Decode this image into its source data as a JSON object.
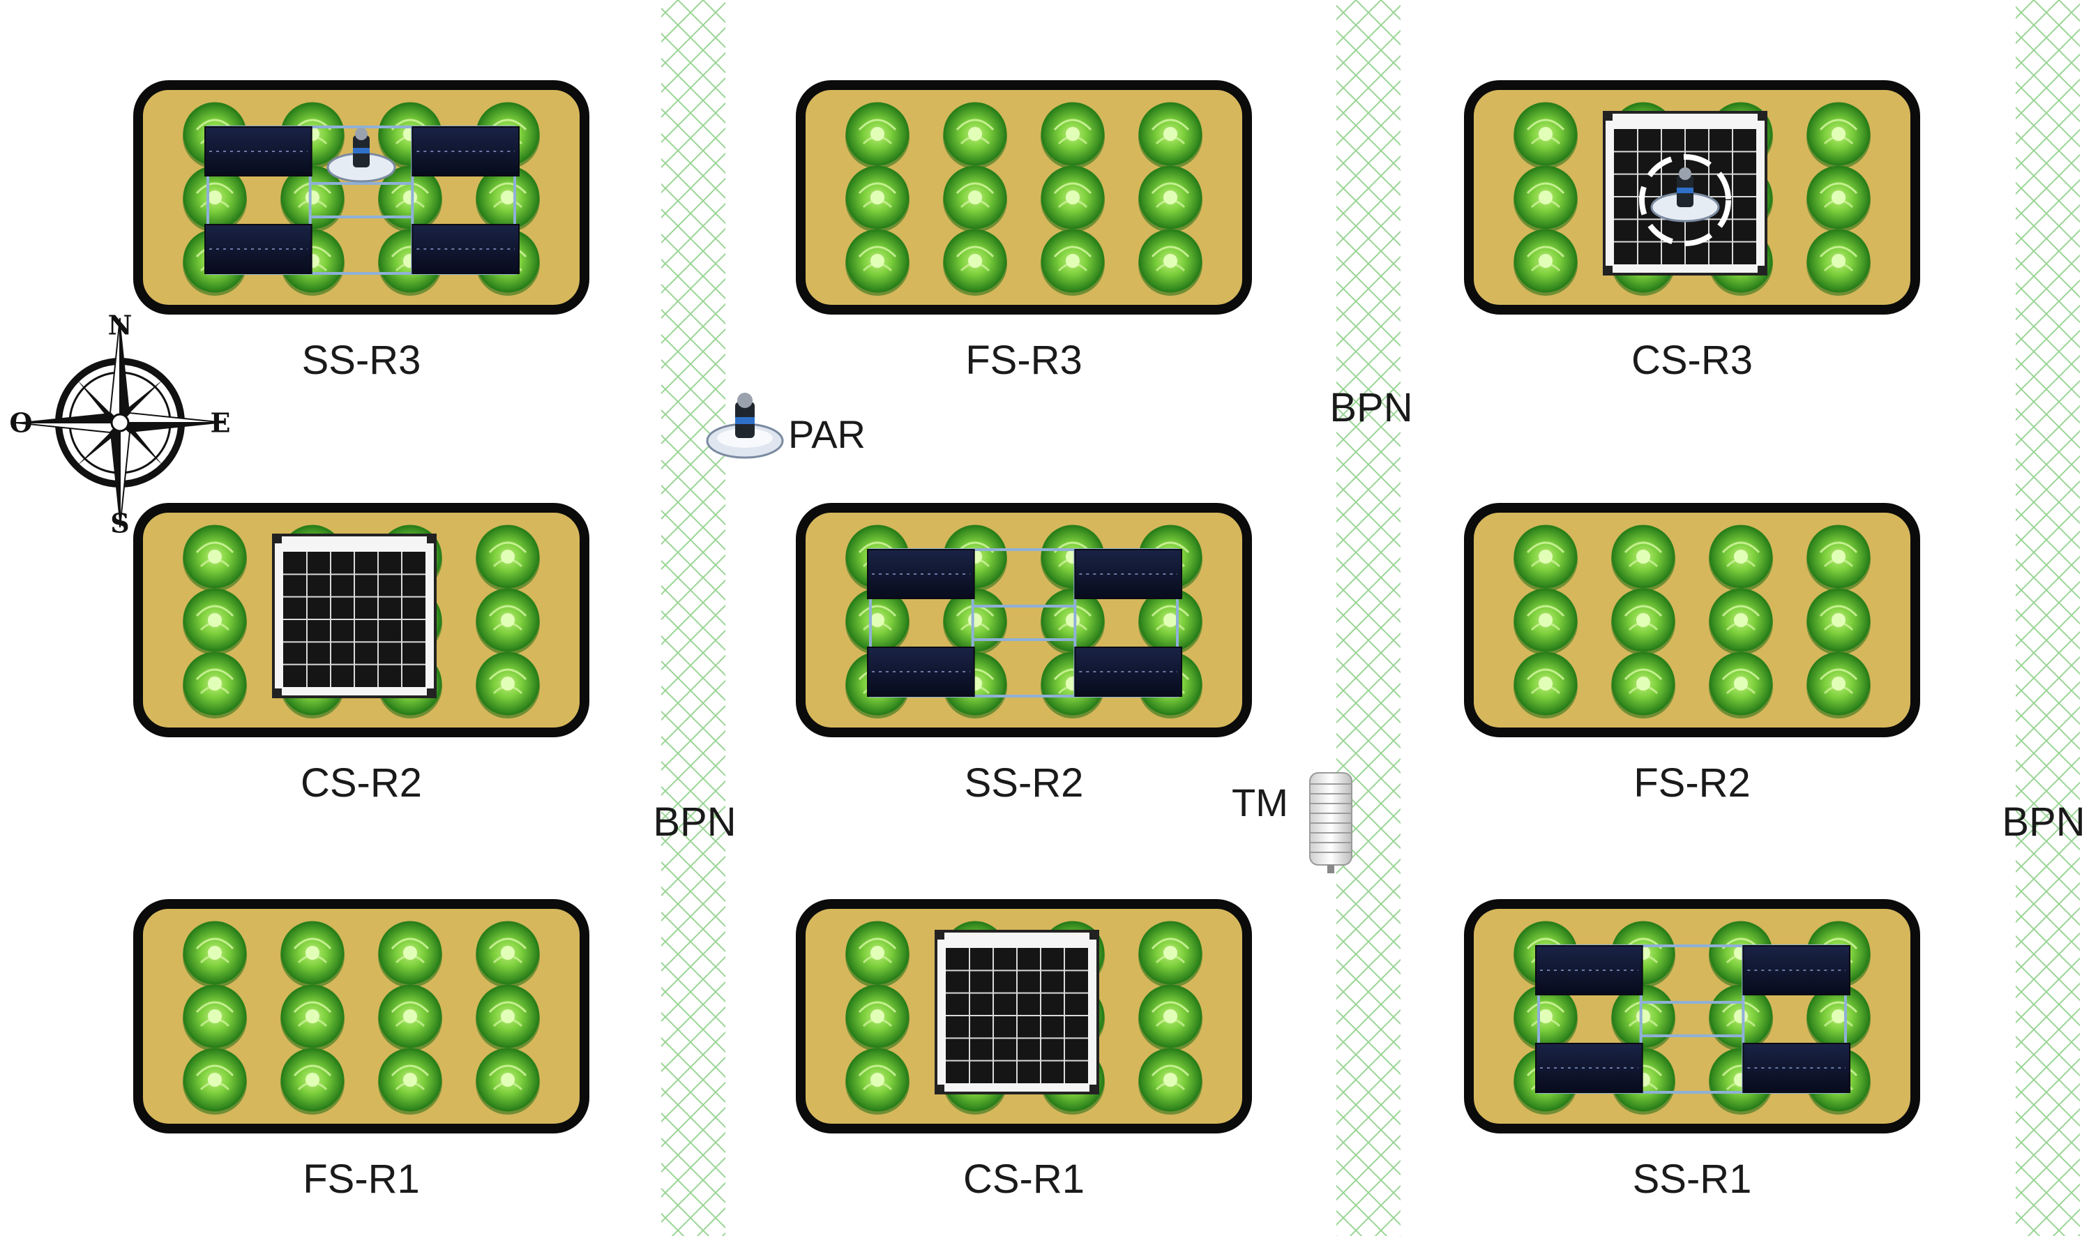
{
  "plots": [
    {
      "label": "SS-R3",
      "treatment": "SS",
      "has_par_sensor": true
    },
    {
      "label": "FS-R3",
      "treatment": "FS",
      "has_par_sensor": false
    },
    {
      "label": "CS-R3",
      "treatment": "CS",
      "has_par_sensor": true
    },
    {
      "label": "CS-R2",
      "treatment": "CS",
      "has_par_sensor": false
    },
    {
      "label": "SS-R2",
      "treatment": "SS",
      "has_par_sensor": false
    },
    {
      "label": "FS-R2",
      "treatment": "FS",
      "has_par_sensor": false
    },
    {
      "label": "FS-R1",
      "treatment": "FS",
      "has_par_sensor": false
    },
    {
      "label": "CS-R1",
      "treatment": "CS",
      "has_par_sensor": false
    },
    {
      "label": "SS-R1",
      "treatment": "SS",
      "has_par_sensor": false
    }
  ],
  "buffers": {
    "label": "BPN"
  },
  "sensors": {
    "par_label": "PAR",
    "tm_label": "TM"
  },
  "compass": {
    "north": "N",
    "south": "S",
    "east": "E",
    "west": "O"
  },
  "colors": {
    "plot_fill": "#d6b75c",
    "plot_border": "#0b0b0b",
    "cabbage_outer": "#2f8f1e",
    "cabbage_inner": "#9be05a",
    "panel_dark": "#0e1530",
    "panel_frame": "#8fb0d8",
    "net_green": "#8fd18a"
  }
}
